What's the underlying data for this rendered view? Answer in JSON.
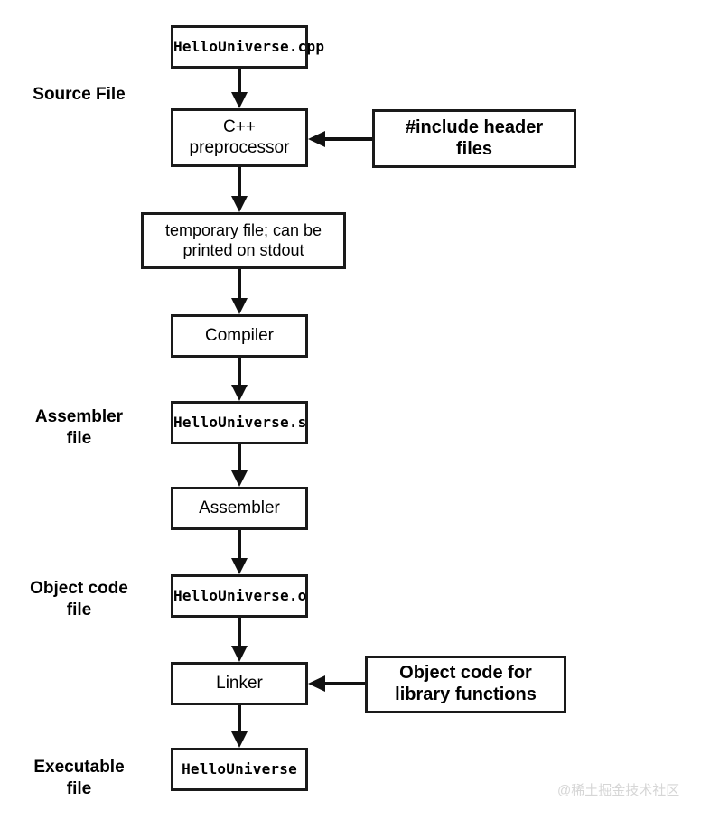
{
  "diagram": {
    "title": "C++ compilation pipeline",
    "stroke_color": "#1a1a1a",
    "background": "#ffffff",
    "watermark": "@稀土掘金技术社区"
  },
  "stage_labels": [
    {
      "id": "source-file",
      "text": "Source File"
    },
    {
      "id": "assembler-file",
      "text": "Assembler\nfile"
    },
    {
      "id": "object-code-file",
      "text": "Object code\nfile"
    },
    {
      "id": "executable-file",
      "text": "Executable\nfile"
    }
  ],
  "nodes": [
    {
      "id": "hellouniverse-cpp",
      "label": "HelloUniverse.cpp",
      "kind": "file"
    },
    {
      "id": "cpp-preprocessor",
      "label": "C++\npreprocessor",
      "kind": "process"
    },
    {
      "id": "include-header",
      "label": "#include header\nfiles",
      "kind": "annotation"
    },
    {
      "id": "temporary-file",
      "label": "temporary file; can be\nprinted on stdout",
      "kind": "file-note"
    },
    {
      "id": "compiler",
      "label": "Compiler",
      "kind": "process"
    },
    {
      "id": "hellouniverse-s",
      "label": "HelloUniverse.s",
      "kind": "file"
    },
    {
      "id": "assembler",
      "label": "Assembler",
      "kind": "process"
    },
    {
      "id": "hellouniverse-o",
      "label": "HelloUniverse.o",
      "kind": "file"
    },
    {
      "id": "linker",
      "label": "Linker",
      "kind": "process"
    },
    {
      "id": "library-object-code",
      "label": "Object code for\nlibrary functions",
      "kind": "annotation"
    },
    {
      "id": "hellouniverse-exe",
      "label": "HelloUniverse",
      "kind": "file"
    }
  ],
  "edges": [
    {
      "id": "e1",
      "from": "hellouniverse-cpp",
      "to": "cpp-preprocessor",
      "direction": "down"
    },
    {
      "id": "e2",
      "from": "include-header",
      "to": "cpp-preprocessor",
      "direction": "left"
    },
    {
      "id": "e3",
      "from": "cpp-preprocessor",
      "to": "temporary-file",
      "direction": "down"
    },
    {
      "id": "e4",
      "from": "temporary-file",
      "to": "compiler",
      "direction": "down"
    },
    {
      "id": "e5",
      "from": "compiler",
      "to": "hellouniverse-s",
      "direction": "down"
    },
    {
      "id": "e6",
      "from": "hellouniverse-s",
      "to": "assembler",
      "direction": "down"
    },
    {
      "id": "e7",
      "from": "assembler",
      "to": "hellouniverse-o",
      "direction": "down"
    },
    {
      "id": "e8",
      "from": "hellouniverse-o",
      "to": "linker",
      "direction": "down"
    },
    {
      "id": "e9",
      "from": "library-object-code",
      "to": "linker",
      "direction": "left"
    },
    {
      "id": "e10",
      "from": "linker",
      "to": "hellouniverse-exe",
      "direction": "down"
    }
  ]
}
